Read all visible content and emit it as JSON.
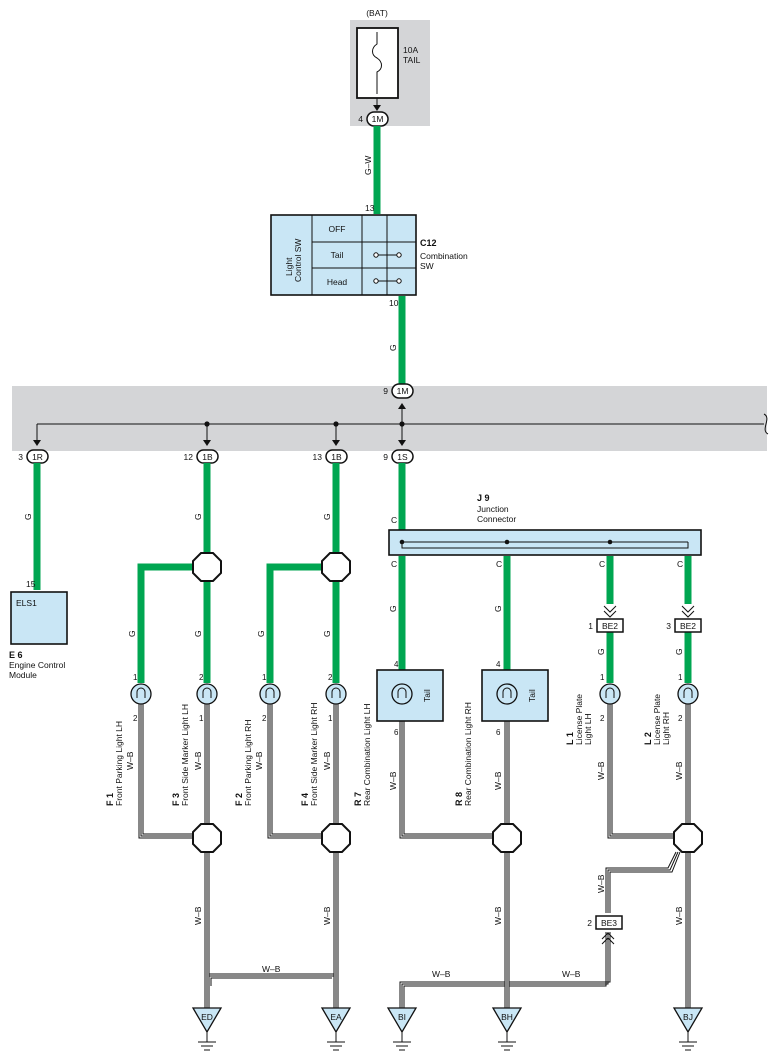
{
  "power": {
    "source": "(BAT)",
    "fuse_amp": "10A",
    "fuse_name": "TAIL"
  },
  "switch": {
    "code": "C12",
    "name_line1": "Combination",
    "name_line2": "SW",
    "vertical_label_1": "Light",
    "vertical_label_2": "Control SW",
    "rows": [
      "OFF",
      "Tail",
      "Head"
    ],
    "pin_in": "13",
    "pin_out": "10"
  },
  "wires": {
    "gw": "G–W",
    "g": "G",
    "c": "C",
    "wb": "W–B"
  },
  "connectors": {
    "top": {
      "pin": "4",
      "label": "1M"
    },
    "mid": {
      "pin": "9",
      "label": "1M"
    },
    "branches": [
      {
        "pin": "3",
        "label": "1R"
      },
      {
        "pin": "12",
        "label": "1B"
      },
      {
        "pin": "13",
        "label": "1B"
      },
      {
        "pin": "9",
        "label": "1S"
      }
    ],
    "be2_left": {
      "pin": "1",
      "label": "BE2"
    },
    "be2_right": {
      "pin": "3",
      "label": "BE2"
    },
    "be3": {
      "pin": "2",
      "label": "BE3"
    }
  },
  "ecm": {
    "box": "ELS1",
    "pin": "15",
    "code": "E 6",
    "name_line1": "Engine Control",
    "name_line2": "Module"
  },
  "junction": {
    "code": "J 9",
    "name_line1": "Junction",
    "name_line2": "Connector"
  },
  "lamps": [
    {
      "code": "F 1",
      "name": "Front Parking Light LH",
      "pin_top": "1",
      "pin_bottom": "2"
    },
    {
      "code": "F 3",
      "name": "Front Side Marker Light LH",
      "pin_top": "2",
      "pin_bottom": "1"
    },
    {
      "code": "F 2",
      "name": "Front Parking Light RH",
      "pin_top": "1",
      "pin_bottom": "2"
    },
    {
      "code": "F 4",
      "name": "Front Side Marker Light RH",
      "pin_top": "2",
      "pin_bottom": "1"
    },
    {
      "code": "R 7",
      "name": "Rear Combination Light LH",
      "pin_top": "4",
      "pin_bottom": "6",
      "box_label": "Tail"
    },
    {
      "code": "R 8",
      "name": "Rear Combination Light RH",
      "pin_top": "4",
      "pin_bottom": "6",
      "box_label": "Tail"
    },
    {
      "code": "L 1",
      "name_line1": "License Plate",
      "name_line2": "Light LH",
      "pin_top": "1",
      "pin_bottom": "2"
    },
    {
      "code": "L 2",
      "name_line1": "License Plate",
      "name_line2": "Light RH",
      "pin_top": "1",
      "pin_bottom": "2"
    }
  ],
  "grounds": [
    "ED",
    "EA",
    "BI",
    "BH",
    "BJ"
  ],
  "colors": {
    "wire_green": "#00a651",
    "component_fill": "#c9e6f5",
    "shade": "#d4d5d7"
  }
}
